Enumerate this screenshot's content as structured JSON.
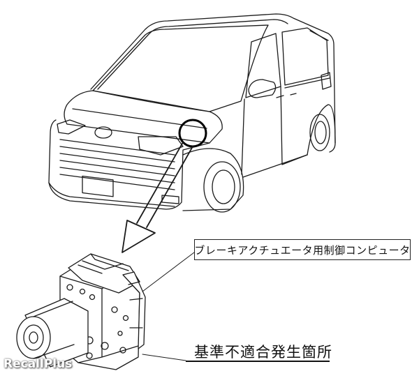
{
  "callout": {
    "label": "ブレーキアクチュエータ用制御コンピュータ"
  },
  "defect": {
    "label": "基準不適合発生箇所"
  },
  "watermark": {
    "text": "RecallPlus"
  },
  "colors": {
    "line": "#1a1a1a",
    "background": "#ffffff",
    "highlight_circle": "#000000"
  },
  "icons": {
    "vehicle": "minivan-line-drawing",
    "component": "abs-actuator-unit"
  }
}
